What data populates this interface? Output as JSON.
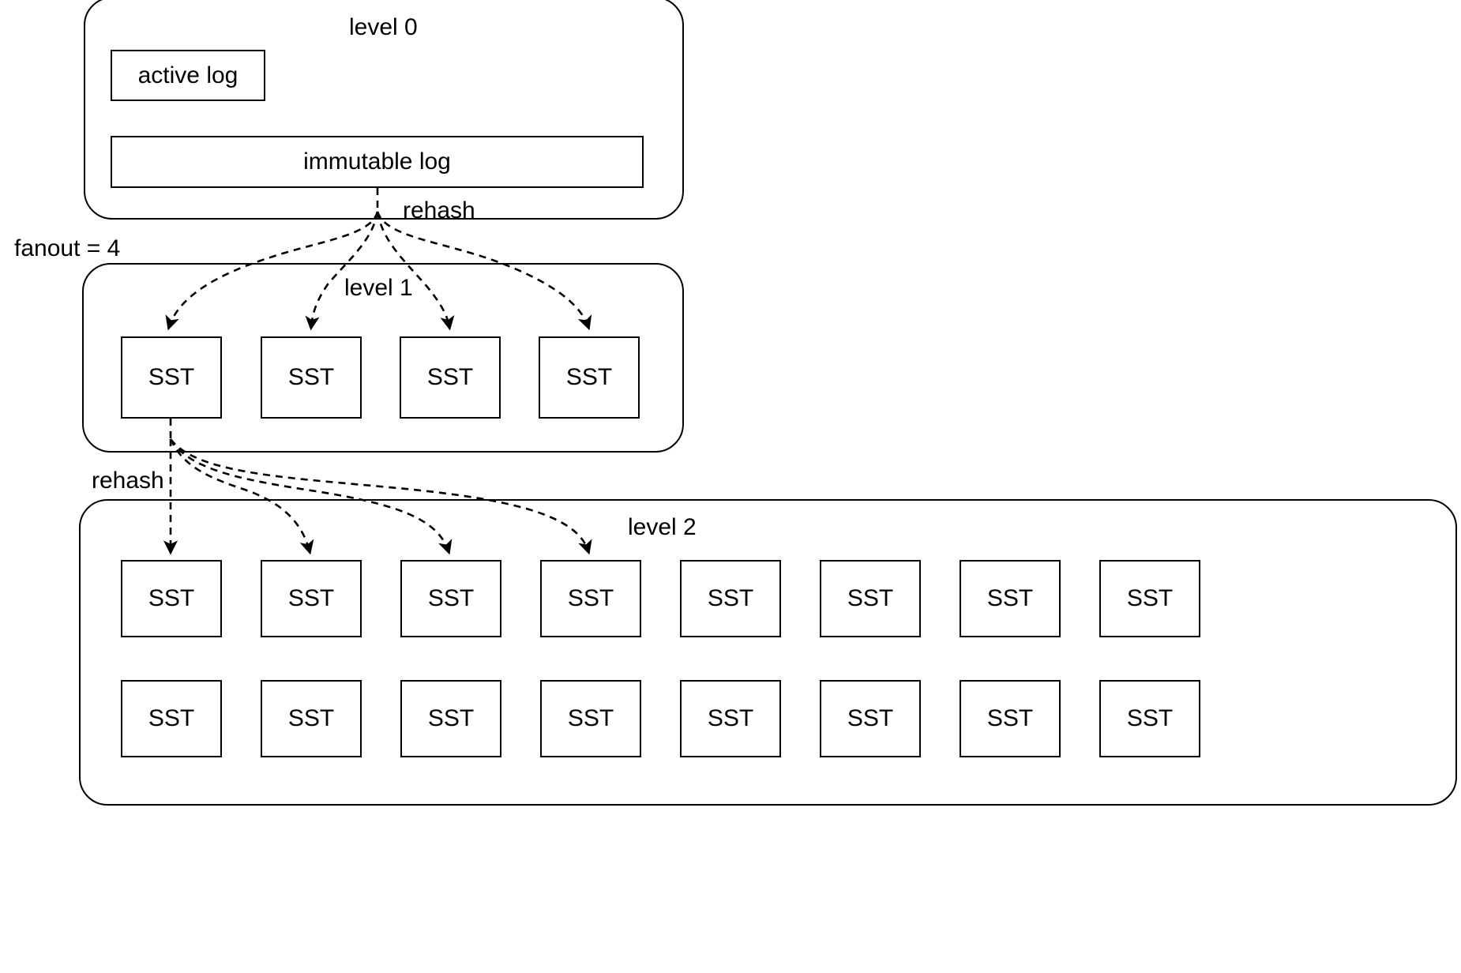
{
  "diagram": {
    "title_levels": {
      "level0": "level 0",
      "level1": "level 1",
      "level2": "level 2"
    },
    "level0": {
      "label": "level 0",
      "active_log": "active log",
      "immutable_log": "immutable log"
    },
    "level1": {
      "label": "level 1",
      "sst_label": "SST",
      "sst_count": 4,
      "ssts": [
        "SST",
        "SST",
        "SST",
        "SST"
      ]
    },
    "level2": {
      "label": "level 2",
      "sst_label": "SST",
      "rows": 2,
      "columns": 8,
      "row1": [
        "SST",
        "SST",
        "SST",
        "SST",
        "SST",
        "SST",
        "SST",
        "SST"
      ],
      "row2": [
        "SST",
        "SST",
        "SST",
        "SST",
        "SST",
        "SST",
        "SST",
        "SST"
      ]
    },
    "annotations": {
      "fanout": "fanout = 4",
      "rehash_top": "rehash",
      "rehash_mid": "rehash"
    },
    "colors": {
      "stroke": "#000000",
      "fill": "#ffffff",
      "text": "#000000"
    }
  }
}
